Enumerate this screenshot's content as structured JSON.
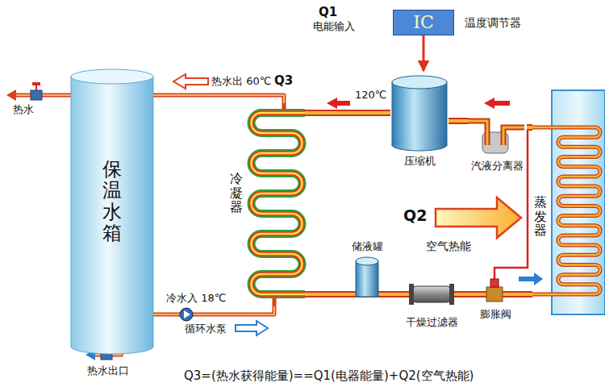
{
  "diagram": {
    "caption": "Q3=(热水获得能量)==Q1(电器能量)+Q2(空气热能)",
    "nodes": [
      {
        "text": [
          "IC",
          "温度调节器"
        ]
      },
      {
        "text": [
          "保温水箱"
        ]
      },
      {
        "text": [
          "冷凝器"
        ]
      },
      {
        "text": [
          "压缩机"
        ]
      },
      {
        "text": [
          "汽液分离器"
        ]
      },
      {
        "text": [
          "蒸发器"
        ]
      },
      {
        "text": [
          "储液罐"
        ]
      },
      {
        "text": [
          "干燥过滤器"
        ]
      },
      {
        "text": [
          "膨胀阀"
        ]
      },
      {
        "text": [
          "循环水泵"
        ]
      }
    ],
    "edges": [
      {
        "from": 0,
        "to": 3,
        "arrow": "to"
      },
      {
        "from": 3,
        "to": 2,
        "arrow": "none"
      },
      {
        "from": 2,
        "to": 6,
        "arrow": "none"
      },
      {
        "from": 6,
        "to": 7,
        "arrow": "none"
      },
      {
        "from": 7,
        "to": 8,
        "arrow": "none"
      },
      {
        "from": 8,
        "to": 5,
        "arrow": "none"
      },
      {
        "from": 5,
        "to": 4,
        "arrow": "none"
      },
      {
        "from": 4,
        "to": 3,
        "arrow": "none"
      },
      {
        "from": 1,
        "to": 9,
        "arrow": "none"
      },
      {
        "from": 9,
        "to": 2,
        "arrow": "none"
      },
      {
        "from": 2,
        "to": 1,
        "arrow": "none"
      }
    ],
    "labels": [
      "Q1",
      "电能输入",
      "热水",
      "热水出 60℃",
      "Q3",
      "120℃",
      "Q2",
      "空气热能",
      "冷水入 18℃",
      "热水出口"
    ]
  }
}
